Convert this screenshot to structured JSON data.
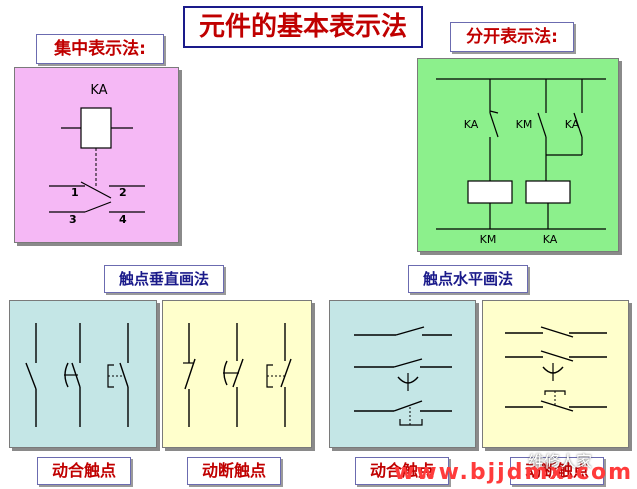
{
  "title": "元件的基本表示法",
  "concentrated": {
    "label": "集中表示法:",
    "coil": "KA",
    "terminals": [
      "1",
      "2",
      "3",
      "4"
    ]
  },
  "separated": {
    "label": "分开表示法:",
    "contacts": [
      "KA",
      "KM",
      "KA"
    ],
    "coils": [
      "KM",
      "KA"
    ]
  },
  "vertical": {
    "label": "触点垂直画法",
    "make": "动合触点",
    "break": "动断触点"
  },
  "horizontal": {
    "label": "触点水平画法",
    "make": "动合触点",
    "break": "动断触点"
  },
  "watermark": {
    "url": "www.bjjdmx.com",
    "overlay": "维修人家"
  },
  "colors": {
    "pink_panel": "#f5b8f5",
    "green_panel": "#8cf08c",
    "teal_panel": "#c4e6e6",
    "yellow_panel": "#ffffcc",
    "title_text": "#c00000",
    "blue_text": "#1a1a8a",
    "watermark": "#ff3b3b"
  }
}
